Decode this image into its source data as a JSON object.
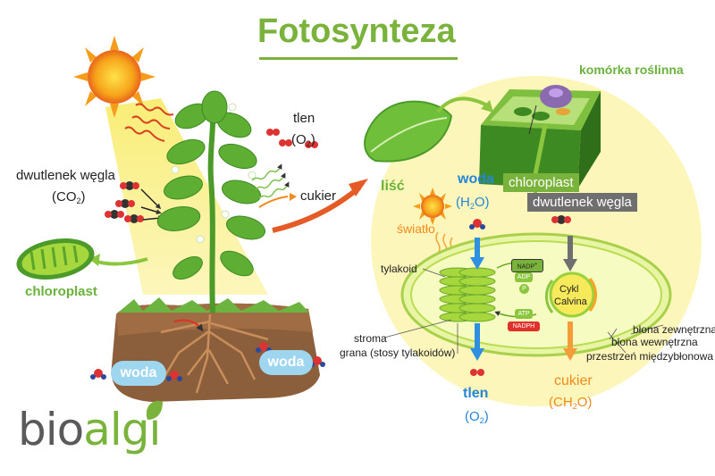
{
  "title": "Fotosynteza",
  "labels": {
    "dwutlenek_line1": "dwutlenek węgla",
    "dwutlenek_line2_pre": "(CO",
    "dwutlenek_line2_sub": "2",
    "dwutlenek_line2_post": ")",
    "chloroplast_left": "chloroplast",
    "tlen_top": "tlen",
    "tlen_top_pre": "(O",
    "tlen_top_sub": "2",
    "tlen_top_post": ")",
    "cukier_top": "cukier",
    "woda_left": "woda",
    "woda_right": "woda",
    "lisc": "liść",
    "komorka": "komórka roślinna",
    "woda_h2o": "woda",
    "h2o_pre": "(H",
    "h2o_sub": "2",
    "h2o_post": "O)",
    "chloroplast_box": "chloroplast",
    "dwutlenek_box": "dwutlenek węgla",
    "swiatlo": "światło",
    "tylakoid": "tylakoid",
    "nadp_pre": "NADP",
    "nadp_sup": "+",
    "adp": "ADP",
    "p": "P",
    "atp": "ATP",
    "nadph": "NADPH",
    "cykl1": "Cykl",
    "cykl2": "Calvina",
    "stroma": "stroma",
    "grana": "grana (stosy tylakoidów)",
    "blona_zew": "błona zewnętrzna",
    "blona_wew": "błona wewnętrzna",
    "przestrzen": "przestrzeń międzybłonowa",
    "tlen_bottom": "tlen",
    "tlen_bottom_pre": "(O",
    "tlen_bottom_sub": "2",
    "tlen_bottom_post": ")",
    "cukier_bottom": "cukier",
    "ch2o_pre": "(CH",
    "ch2o_sub": "2",
    "ch2o_post": "O)"
  },
  "logo": {
    "part1": "bio",
    "part2": "algi"
  },
  "colors": {
    "green": "#7ab33b",
    "blue": "#2585d9",
    "orange": "#f08a1c",
    "sunlight": "#fbf39a",
    "nadph_red": "#e0302b",
    "grey_box": "#6f6f6f"
  },
  "icons": [
    "sun-icon",
    "leaf-icon",
    "plant-icon",
    "cell-icon",
    "chloroplast-icon",
    "molecule-icon",
    "arrow-icon"
  ]
}
